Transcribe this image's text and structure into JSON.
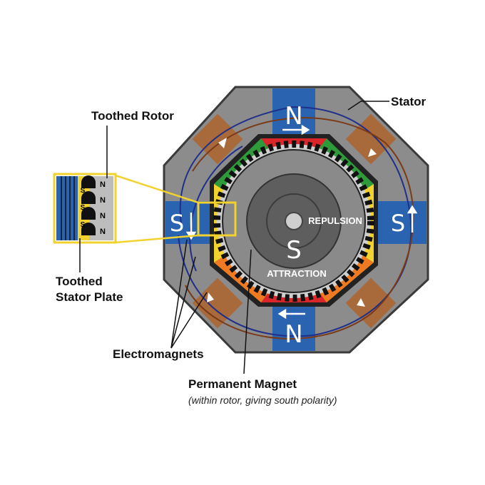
{
  "labels": {
    "stator": "Stator",
    "toothed_rotor": "Toothed Rotor",
    "toothed_stator_plate_line1": "Toothed",
    "toothed_stator_plate_line2": "Stator Plate",
    "electromagnets": "Electromagnets",
    "permanent_magnet": "Permanent Magnet",
    "permanent_magnet_note": "(within rotor, giving south polarity)"
  },
  "poles": {
    "top": "N",
    "bottom": "N",
    "left": "S",
    "right": "S",
    "rotor": "S"
  },
  "forces": {
    "repulsion": "REPULSION",
    "attraction": "ATTRACTION"
  },
  "inset": {
    "rows": [
      "N",
      "N",
      "N",
      "N"
    ],
    "s_marks": [
      "S",
      "S",
      "S"
    ]
  },
  "colors": {
    "stator_gray": "#8c8c8c",
    "pole_blue": "#2a63b0",
    "coil_brown": "#a86a3a",
    "rotor_gray": "#666666",
    "callout_yellow": "#f2d22e",
    "wire_blue": "#1f2f8a",
    "wire_brown": "#7a3a18"
  }
}
